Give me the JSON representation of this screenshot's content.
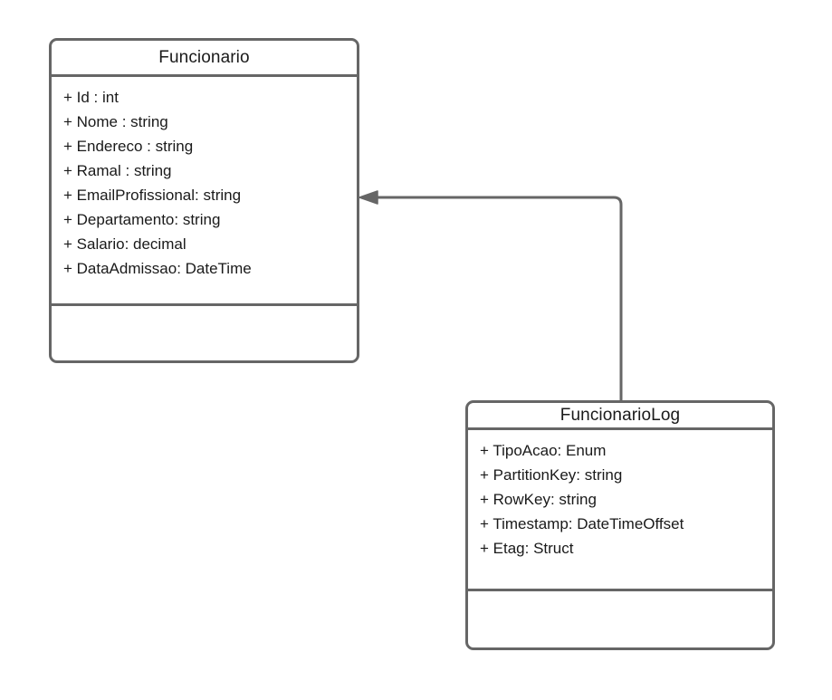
{
  "diagram": {
    "type": "uml-class-diagram",
    "background_color": "#ffffff",
    "line_color": "#666666",
    "text_color": "#1a1a1a",
    "classes": [
      {
        "id": "funcionario",
        "name": "Funcionario",
        "attributes": [
          "+ Id : int",
          "+ Nome : string",
          "+ Endereco : string",
          "+ Ramal : string",
          "+ EmailProfissional: string",
          "+ Departamento: string",
          "+ Salario: decimal",
          "+ DataAdmissao: DateTime"
        ],
        "methods": []
      },
      {
        "id": "funcionariolog",
        "name": "FuncionarioLog",
        "attributes": [
          "+ TipoAcao: Enum",
          "+ PartitionKey: string",
          "+ RowKey: string",
          "+ Timestamp: DateTimeOffset",
          "+ Etag: Struct"
        ],
        "methods": []
      }
    ],
    "relationships": [
      {
        "id": "log-to-funcionario",
        "from": "funcionariolog",
        "to": "funcionario",
        "style": "orthogonal",
        "arrowhead": "filled-triangle",
        "arrow_at": "funcionario"
      }
    ]
  }
}
